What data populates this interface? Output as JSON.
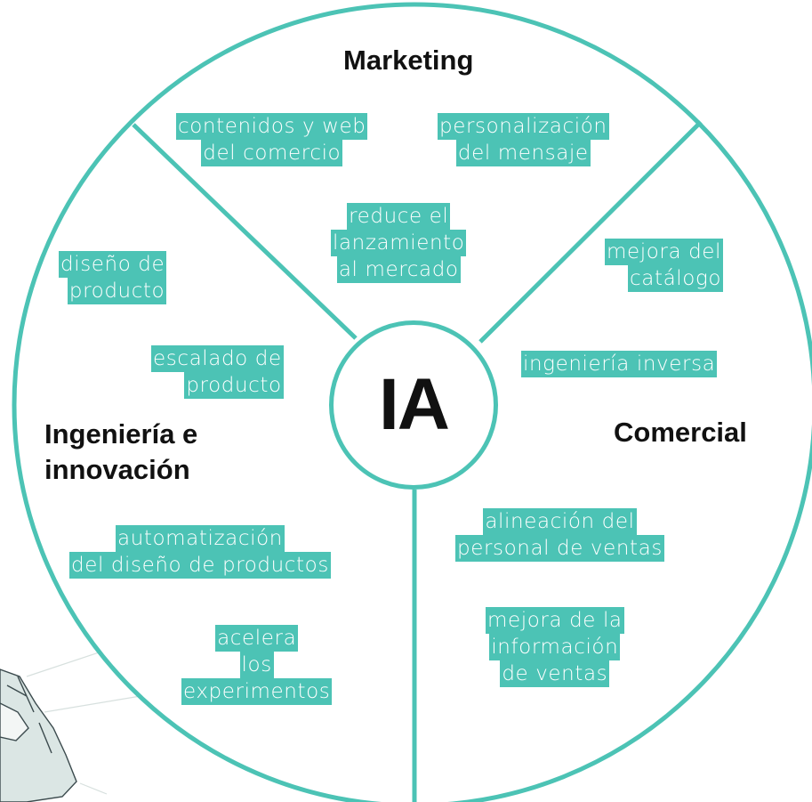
{
  "hub": {
    "label": "IA"
  },
  "sectors": {
    "marketing": {
      "title": "Marketing",
      "items": [
        [
          "contenidos y web",
          "del comercio"
        ],
        [
          "personalización",
          "del mensaje"
        ],
        [
          "reduce el",
          "lanzamiento",
          "al mercado"
        ]
      ]
    },
    "engineering": {
      "title_lines": [
        "Ingeniería e",
        "innovación"
      ],
      "items": [
        [
          "diseño de",
          "producto"
        ],
        [
          "escalado de",
          "producto"
        ],
        [
          "automatización",
          "del diseño de productos"
        ],
        [
          "acelera",
          "los",
          "experimentos"
        ]
      ]
    },
    "commercial": {
      "title": "Comercial",
      "items": [
        [
          "mejora del",
          "catálogo"
        ],
        [
          "ingeniería inversa"
        ],
        [
          "alineación del",
          "personal de ventas"
        ],
        [
          "mejora de la",
          "información",
          "de ventas"
        ]
      ]
    }
  },
  "colors": {
    "accent": "#4cc3b5",
    "text": "#111111",
    "tag_text": "#ffffff"
  }
}
